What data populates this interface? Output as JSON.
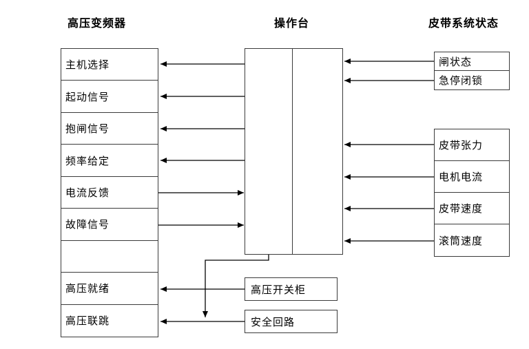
{
  "headers": {
    "left": "高压变频器",
    "center": "操作台",
    "right": "皮带系统状态"
  },
  "left_table": {
    "rows": [
      "主机选择",
      "起动信号",
      "抱闸信号",
      "频率给定",
      "电流反馈",
      "故障信号",
      "",
      "高压就绪",
      "高压联跳"
    ]
  },
  "right_top_table": {
    "rows": [
      "闸状态",
      "急停闭锁"
    ]
  },
  "right_bottom_table": {
    "rows": [
      "皮带张力",
      "电机电流",
      "皮带速度",
      "滚筒速度"
    ]
  },
  "bottom_boxes": {
    "switchgear": "高压开关柜",
    "safety": "安全回路"
  },
  "colors": {
    "line": "#000000",
    "border": "#3a3a3a",
    "background": "#ffffff"
  }
}
